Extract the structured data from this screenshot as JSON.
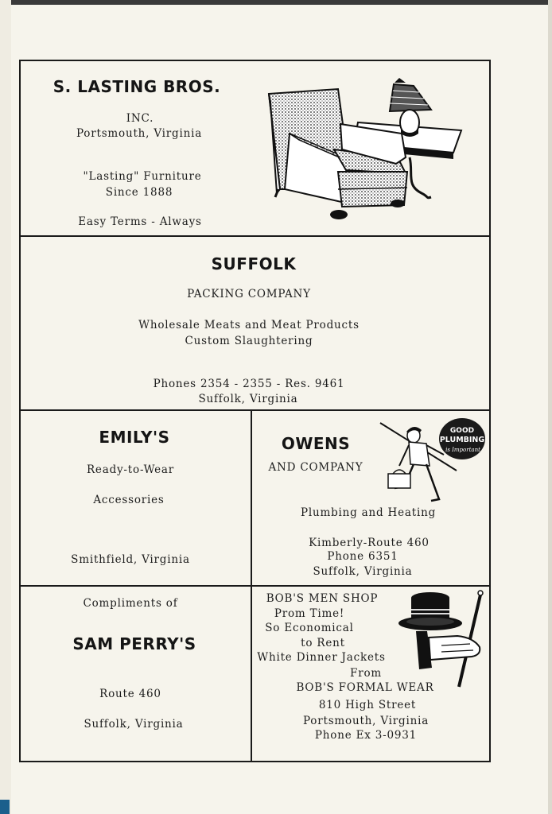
{
  "lasting": {
    "name": "S. LASTING BROS.",
    "inc": "INC.",
    "city": "Portsmouth, Virginia",
    "slogan": "\"Lasting\" Furniture",
    "since": "Since 1888",
    "terms": "Easy Terms - Always"
  },
  "suffolk": {
    "name": "SUFFOLK",
    "sub": "PACKING COMPANY",
    "line1": "Wholesale Meats and Meat Products",
    "line2": "Custom Slaughtering",
    "phones": "Phones 2354 - 2355 - Res. 9461",
    "city": "Suffolk, Virginia"
  },
  "emilys": {
    "name": "EMILY'S",
    "line1": "Ready-to-Wear",
    "line2": "Accessories",
    "city": "Smithfield, Virginia"
  },
  "owens": {
    "name": "OWENS",
    "sub": "AND COMPANY",
    "badge_top": "GOOD",
    "badge_mid": "PLUMBING",
    "badge_bottom": "is Important",
    "line1": "Plumbing and Heating",
    "addr": "Kimberly-Route 460",
    "phone": "Phone 6351",
    "city": "Suffolk, Virginia"
  },
  "perry": {
    "compliments": "Compliments of",
    "name": "SAM PERRY'S",
    "route": "Route 460",
    "city": "Suffolk, Virginia"
  },
  "bobs": {
    "l1": "BOB'S MEN SHOP",
    "l2": "Prom Time!",
    "l3": "So Economical",
    "l4": "to Rent",
    "l5": "White Dinner Jackets",
    "l6": "From",
    "l7": "BOB'S FORMAL WEAR",
    "l8": "810 High Street",
    "l9": "Portsmouth, Virginia",
    "l10": "Phone Ex 3-0931"
  }
}
